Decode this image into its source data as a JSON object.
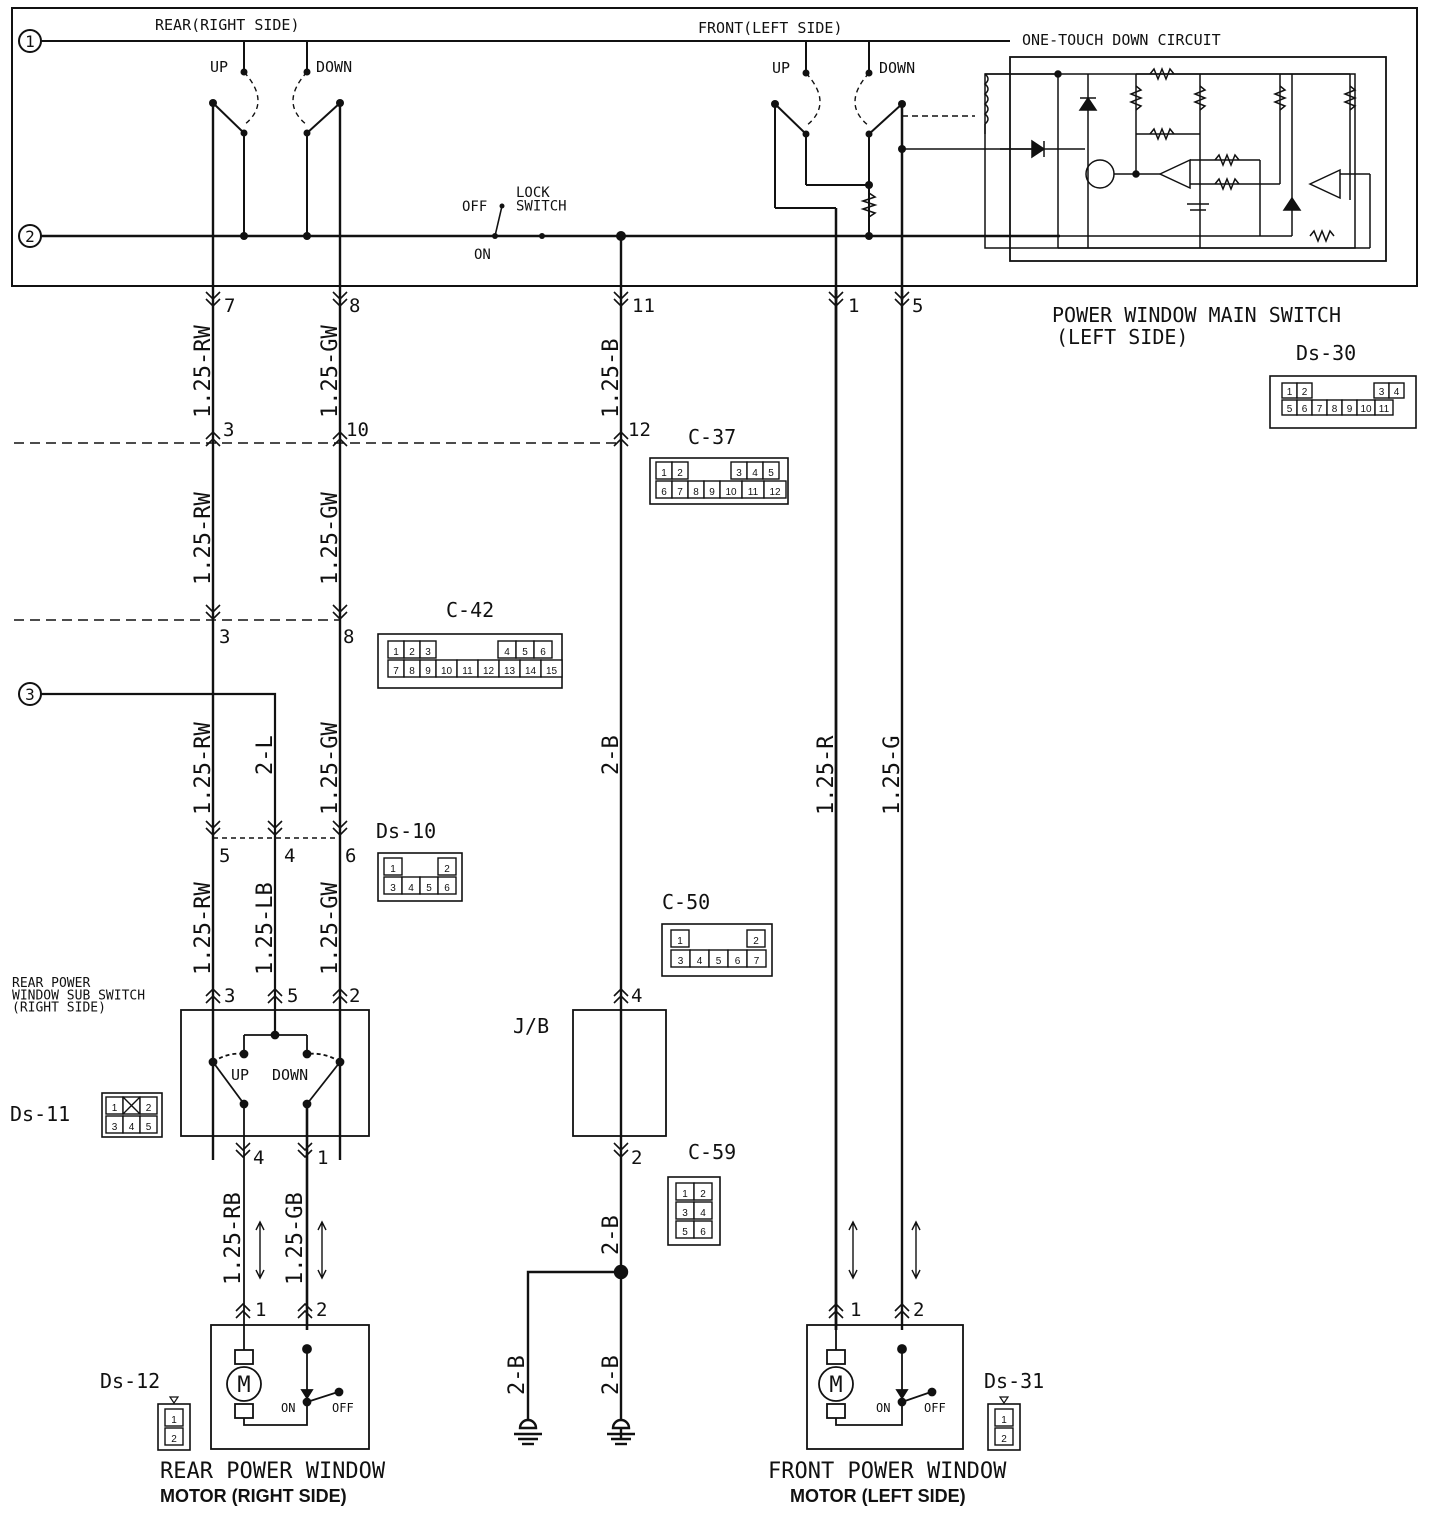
{
  "circle_markers": [
    "1",
    "2",
    "3"
  ],
  "main_switch": {
    "rear_label": "REAR(RIGHT SIDE)",
    "front_label": "FRONT(LEFT SIDE)",
    "up": "UP",
    "down": "DOWN",
    "lock_switch": "LOCK\nSWITCH",
    "lock_off": "OFF",
    "lock_on": "ON",
    "one_touch": "ONE-TOUCH DOWN CIRCUIT",
    "title": "POWER WINDOW MAIN SWITCH",
    "subtitle": "(LEFT SIDE)",
    "connector": "Ds-30",
    "pins": [
      "7",
      "8",
      "11",
      "1",
      "5"
    ]
  },
  "wires": {
    "rw": "1.25-RW",
    "gw": "1.25-GW",
    "b125": "1.25-B",
    "b2": "2-B",
    "l2": "2-L",
    "lb": "1.25-LB",
    "r": "1.25-R",
    "g": "1.25-G",
    "rb": "1.25-RB",
    "gb": "1.25-GB"
  },
  "connectors": {
    "c37": {
      "name": "C-37",
      "row1": [
        "1",
        "2",
        "",
        "3",
        "4",
        "5"
      ],
      "row2": [
        "6",
        "7",
        "8",
        "9",
        "10",
        "11",
        "12"
      ]
    },
    "c42": {
      "name": "C-42",
      "row1": [
        "1",
        "2",
        "3",
        "",
        "4",
        "5",
        "6"
      ],
      "row2": [
        "7",
        "8",
        "9",
        "10",
        "11",
        "12",
        "13",
        "14",
        "15"
      ]
    },
    "ds10": {
      "name": "Ds-10",
      "row1": [
        "1",
        "2"
      ],
      "row2": [
        "3",
        "4",
        "5",
        "6"
      ]
    },
    "c50": {
      "name": "C-50",
      "row1": [
        "1",
        "2"
      ],
      "row2": [
        "3",
        "4",
        "5",
        "6",
        "7"
      ]
    },
    "c59": {
      "name": "C-59",
      "cells": [
        "1",
        "2",
        "3",
        "4",
        "5",
        "6"
      ]
    },
    "ds11": {
      "name": "Ds-11",
      "cells": [
        "1",
        "2",
        "3",
        "4",
        "5"
      ]
    },
    "ds12": {
      "name": "Ds-12",
      "cells": [
        "1",
        "2"
      ]
    },
    "ds31": {
      "name": "Ds-31",
      "cells": [
        "1",
        "2"
      ]
    },
    "ds30": {
      "cells_row1": [
        "1",
        "2",
        "3",
        "4"
      ],
      "cells_row2": [
        "5",
        "6",
        "7",
        "8",
        "9",
        "10",
        "11"
      ]
    }
  },
  "pin_numbers": {
    "c37": [
      "3",
      "10",
      "12"
    ],
    "c42": [
      "3",
      "8"
    ],
    "ds10": [
      "5",
      "4",
      "6"
    ],
    "sub_switch_in": [
      "3",
      "5",
      "2"
    ],
    "sub_switch_out": [
      "4",
      "1"
    ],
    "jb": [
      "4",
      "2"
    ],
    "rear_motor": [
      "1",
      "2"
    ],
    "front_motor": [
      "1",
      "2"
    ]
  },
  "sub_switch": {
    "label": "REAR POWER\nWINDOW SUB SWITCH\n(RIGHT SIDE)",
    "up": "UP",
    "down": "DOWN"
  },
  "jb": "J/B",
  "motor_on": "ON",
  "motor_off": "OFF",
  "rear_motor_label": "REAR POWER WINDOW",
  "rear_motor_sub": "MOTOR (RIGHT SIDE)",
  "front_motor_label": "FRONT POWER WINDOW",
  "front_motor_sub": "MOTOR (LEFT SIDE)",
  "motor_symbol": "M"
}
